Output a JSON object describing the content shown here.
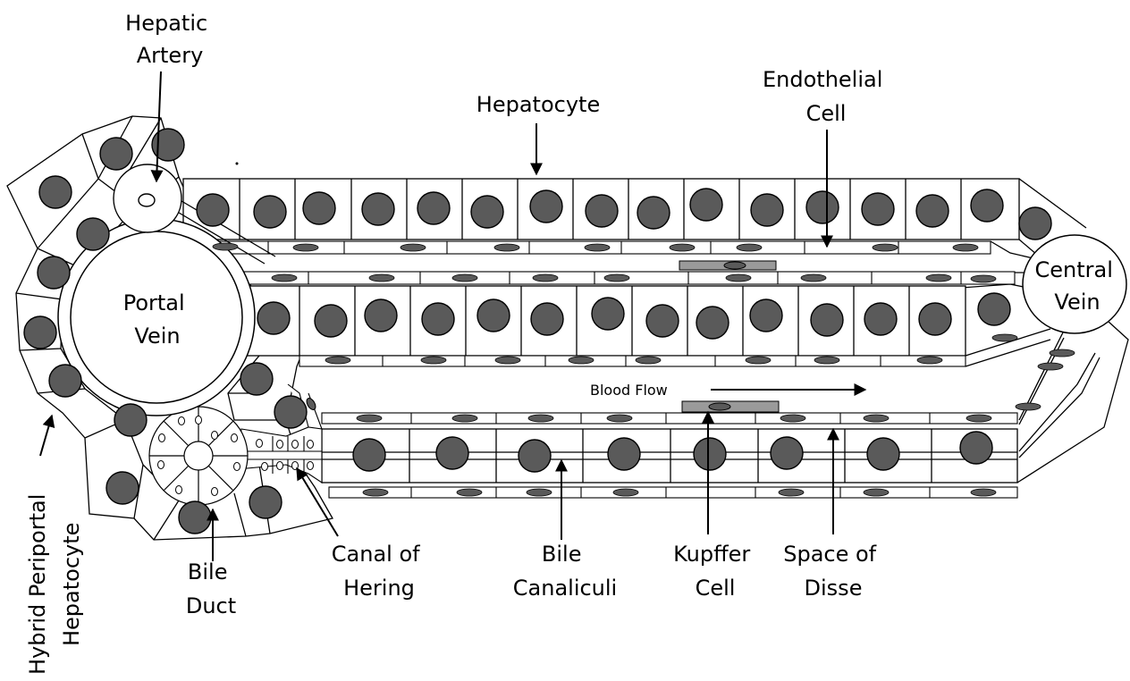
{
  "labels": {
    "hepatic_artery": [
      "Hepatic",
      "Artery"
    ],
    "hepatocyte": "Hepatocyte",
    "endothelial_cell": [
      "Endothelial",
      "Cell"
    ],
    "portal_vein": [
      "Portal",
      "Vein"
    ],
    "central_vein": [
      "Central",
      "Vein"
    ],
    "blood_flow": "Blood Flow",
    "hybrid_periportal_hepatocyte": [
      "Hybrid Periportal",
      "Hepatocyte"
    ],
    "bile_duct": [
      "Bile",
      "Duct"
    ],
    "canal_of_hering": [
      "Canal of",
      "Hering"
    ],
    "bile_canaliculi": [
      "Bile",
      "Canaliculi"
    ],
    "kupffer_cell": [
      "Kupffer",
      "Cell"
    ],
    "space_of_disse": [
      "Space of",
      "Disse"
    ]
  },
  "colors": {
    "nucleus": "#5a5a5a",
    "kupffer": "#9a9a9a",
    "stroke": "#000000",
    "background": "#ffffff"
  }
}
